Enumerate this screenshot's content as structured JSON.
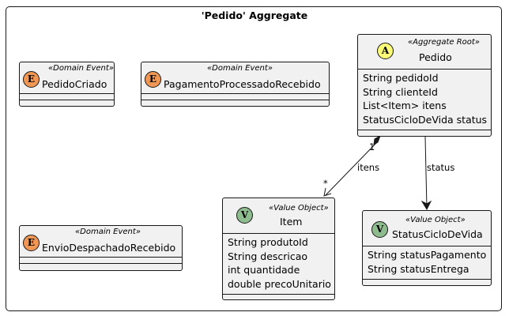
{
  "diagram": {
    "title": "'Pedido' Aggregate",
    "classes": {
      "pedido": {
        "badge": "A",
        "badge_color": "#fbfb77",
        "stereotype": "«Aggregate Root»",
        "name": "Pedido",
        "attributes": [
          "String pedidoId",
          "String clienteId",
          "List<Item> itens",
          "StatusCicloDeVida status"
        ]
      },
      "pedido_criado": {
        "badge": "E",
        "badge_color": "#f19755",
        "stereotype": "«Domain Event»",
        "name": "PedidoCriado",
        "attributes": []
      },
      "pagamento": {
        "badge": "E",
        "badge_color": "#f19755",
        "stereotype": "«Domain Event»",
        "name": "PagamentoProcessadoRecebido",
        "attributes": []
      },
      "envio": {
        "badge": "E",
        "badge_color": "#f19755",
        "stereotype": "«Domain Event»",
        "name": "EnvioDespachadoRecebido",
        "attributes": []
      },
      "item": {
        "badge": "V",
        "badge_color": "#8fbc8f",
        "stereotype": "«Value Object»",
        "name": "Item",
        "attributes": [
          "String produtoId",
          "String descricao",
          "int quantidade",
          "double precoUnitario"
        ]
      },
      "status": {
        "badge": "V",
        "badge_color": "#8fbc8f",
        "stereotype": "«Value Object»",
        "name": "StatusCicloDeVida",
        "attributes": [
          "String statusPagamento",
          "String statusEntrega"
        ]
      }
    },
    "relations": {
      "itens": {
        "label": "itens",
        "source_multiplicity": "1",
        "target_multiplicity": "*"
      },
      "status": {
        "label": "status"
      }
    }
  }
}
